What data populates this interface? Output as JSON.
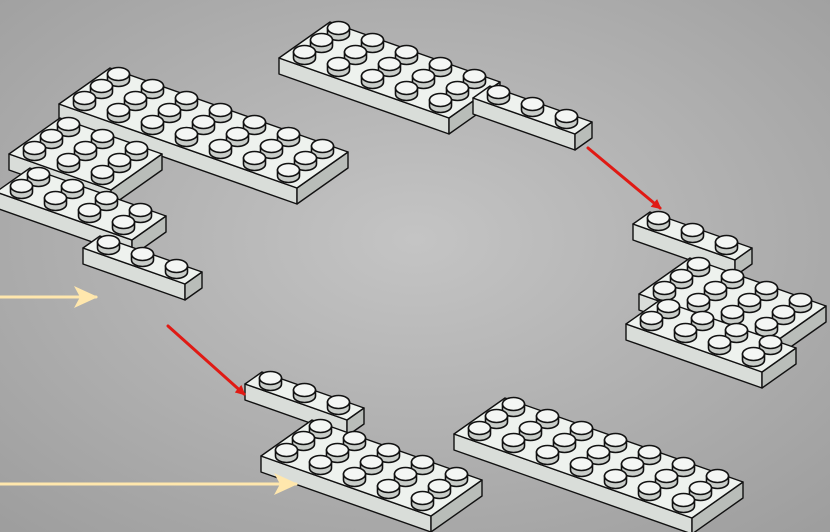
{
  "diagram": {
    "description_free": true,
    "colors": {
      "background": "#a6a6a6",
      "background_light": "#c2c2c2",
      "plate_top": "#eef2ee",
      "plate_side": "#d9ddd9",
      "plate_shadow": "#b9bdb9",
      "outline": "#111111",
      "stud_top": "#f4f6f4",
      "stud_side": "#c9cdc9",
      "arrow_red": "#e01a14",
      "arrow_yellow": "#ffe7ad"
    },
    "arrows": [
      {
        "name": "red-arrow-top-right",
        "kind": "red"
      },
      {
        "name": "red-arrow-bottom-left",
        "kind": "red"
      },
      {
        "name": "yellow-arrow-left",
        "kind": "yellow"
      },
      {
        "name": "yellow-arrow-bottom",
        "kind": "yellow"
      }
    ]
  }
}
